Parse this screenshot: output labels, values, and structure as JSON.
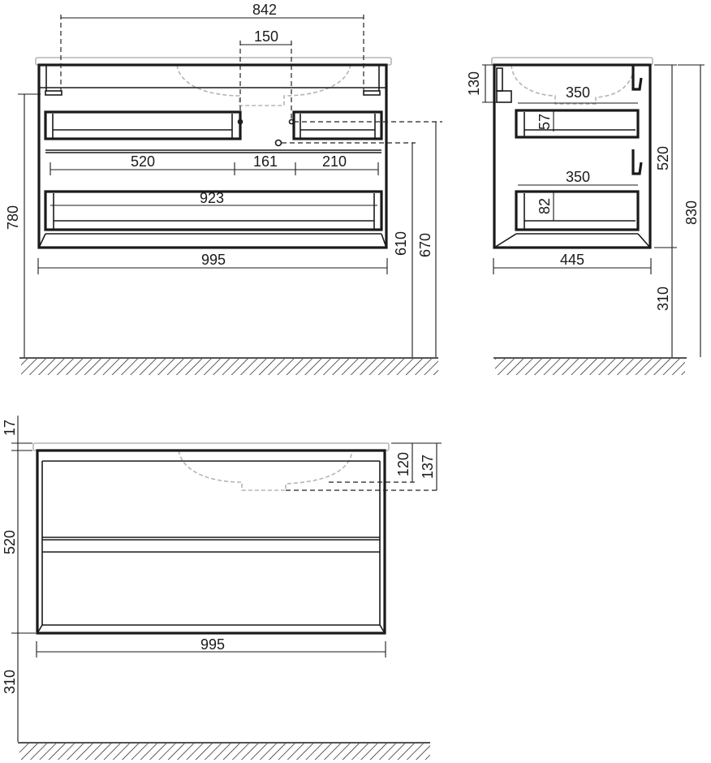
{
  "front_view": {
    "dims": {
      "d842": "842",
      "d150": "150",
      "d520": "520",
      "d161": "161",
      "d210": "210",
      "d923": "923",
      "d995": "995",
      "d780": "780",
      "d610": "610",
      "d670": "670"
    }
  },
  "side_view": {
    "dims": {
      "d130": "130",
      "d350a": "350",
      "d57": "57",
      "d350b": "350",
      "d82": "82",
      "d520": "520",
      "d830": "830",
      "d445": "445",
      "d310": "310"
    }
  },
  "elevation_view": {
    "dims": {
      "d17": "17",
      "d120": "120",
      "d137": "137",
      "d520": "520",
      "d995": "995",
      "d310": "310"
    }
  },
  "colors": {
    "line": "#1a1a1a",
    "countertop": "#b5b5b5",
    "background": "#ffffff"
  }
}
